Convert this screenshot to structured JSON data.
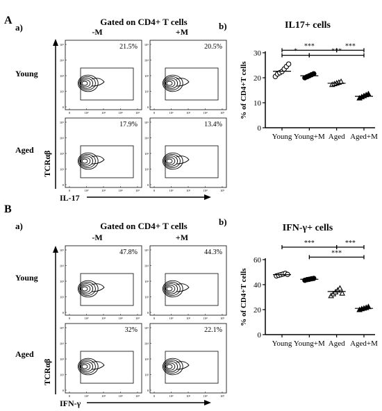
{
  "panels": [
    {
      "letter": "A",
      "sub_a": "a)",
      "sub_b": "b)",
      "flow": {
        "title": "Gated on CD4+ T cells",
        "col_labels": [
          "-M",
          "+M"
        ],
        "row_labels": [
          "Young",
          "Aged"
        ],
        "percents": [
          [
            "21.5%",
            "20.5%"
          ],
          [
            "17.9%",
            "13.4%"
          ]
        ],
        "y_axis_label": "TCRαβ",
        "x_axis_label": "IL-17",
        "tick_labels": [
          "0",
          "10²",
          "10³",
          "10⁴",
          "10⁵"
        ]
      }
    },
    {
      "letter": "B",
      "sub_a": "a)",
      "sub_b": "b)",
      "flow": {
        "title": "Gated on CD4+ T cells",
        "col_labels": [
          "-M",
          "+M"
        ],
        "row_labels": [
          "Young",
          "Aged"
        ],
        "percents": [
          [
            "47.8%",
            "44.3%"
          ],
          [
            "32%",
            "22.1%"
          ]
        ],
        "y_axis_label": "TCRαβ",
        "x_axis_label": "IFN-γ",
        "tick_labels": [
          "0",
          "10²",
          "10³",
          "10⁴",
          "10⁵"
        ]
      }
    }
  ],
  "chart_data": [
    {
      "type": "scatter",
      "title": "IL17+ cells",
      "ylabel": "% of CD4+T cells",
      "xlabel": "",
      "ylim": [
        0,
        30
      ],
      "yticks": [
        0,
        10,
        20,
        30
      ],
      "categories": [
        "Young",
        "Young+M",
        "Aged",
        "Aged+M"
      ],
      "series": [
        {
          "marker": "circle-open",
          "values": [
            20.5,
            21.5,
            22.0,
            22.5,
            23.5,
            24.5,
            25.5
          ]
        },
        {
          "marker": "circle-filled",
          "values": [
            20.0,
            20.4,
            20.8,
            21.2,
            21.6
          ]
        },
        {
          "marker": "triangle-open",
          "values": [
            17.2,
            17.5,
            17.8,
            18.1,
            18.4
          ]
        },
        {
          "marker": "triangle-filled",
          "values": [
            11.8,
            12.3,
            12.7,
            13.1,
            13.5
          ]
        }
      ],
      "means": [
        22.6,
        20.8,
        17.8,
        12.6
      ],
      "significance": [
        {
          "from": 0,
          "to": 2,
          "label": "***",
          "y": 31.0
        },
        {
          "from": 2,
          "to": 3,
          "label": "***",
          "y": 31.0
        },
        {
          "from": 0,
          "to": 1,
          "label": "*",
          "y": 29.0
        },
        {
          "from": 1,
          "to": 3,
          "label": "***",
          "y": 29.0
        }
      ]
    },
    {
      "type": "scatter",
      "title": "IFN-γ+ cells",
      "ylabel": "% of CD4+T cells",
      "xlabel": "",
      "ylim": [
        0,
        60
      ],
      "yticks": [
        0,
        20,
        40,
        60
      ],
      "categories": [
        "Young",
        "Young+M",
        "Aged",
        "Aged+M"
      ],
      "series": [
        {
          "marker": "circle-open",
          "values": [
            47.0,
            47.5,
            48.0,
            48.5,
            49.0,
            48.2
          ]
        },
        {
          "marker": "circle-filled",
          "values": [
            43.5,
            44.0,
            44.3,
            44.7,
            45.0
          ]
        },
        {
          "marker": "triangle-open",
          "values": [
            31.0,
            32.5,
            34.0,
            35.5,
            37.0,
            33.0
          ]
        },
        {
          "marker": "triangle-filled",
          "values": [
            19.8,
            20.5,
            21.0,
            21.5,
            22.2
          ]
        }
      ],
      "means": [
        48.0,
        44.3,
        34.5,
        21.0
      ],
      "significance": [
        {
          "from": 0,
          "to": 2,
          "label": "***",
          "y": 70.0
        },
        {
          "from": 2,
          "to": 3,
          "label": "***",
          "y": 70.0
        },
        {
          "from": 1,
          "to": 3,
          "label": "***",
          "y": 62.0
        }
      ]
    }
  ]
}
